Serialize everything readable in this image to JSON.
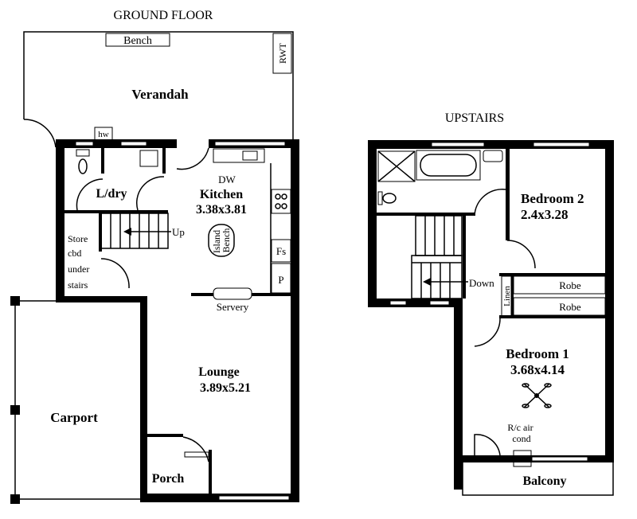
{
  "ground_floor": {
    "title": "GROUND FLOOR",
    "bench": "Bench",
    "rwt": "RWT",
    "verandah": "Verandah",
    "hw": "hw",
    "laundry": "L/dry",
    "dw": "DW",
    "kitchen": {
      "name": "Kitchen",
      "size": "3.38x3.81"
    },
    "island_bench": [
      "Island",
      "Bench"
    ],
    "up": "Up",
    "store": [
      "Store",
      "cbd",
      "under",
      "stairs"
    ],
    "fs": "Fs",
    "pantry": "P",
    "servery": "Servery",
    "lounge": {
      "name": "Lounge",
      "size": "3.89x5.21"
    },
    "carport": "Carport",
    "porch": "Porch"
  },
  "upstairs": {
    "title": "UPSTAIRS",
    "bedroom2": {
      "name": "Bedroom 2",
      "size": "2.4x3.28"
    },
    "down": "Down",
    "linen": "Linen",
    "robe1": "Robe",
    "robe2": "Robe",
    "bedroom1": {
      "name": "Bedroom 1",
      "size": "3.68x4.14"
    },
    "aircon": [
      "R/c air",
      "cond"
    ],
    "balcony": "Balcony"
  }
}
